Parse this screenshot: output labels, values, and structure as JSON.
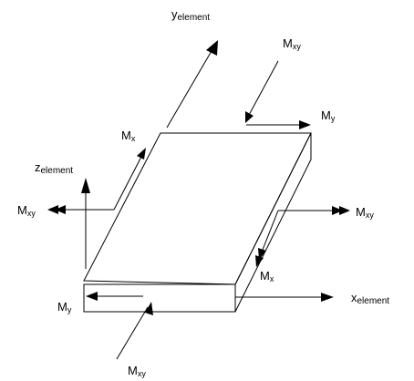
{
  "colors": {
    "line": "#000000",
    "background": "#ffffff"
  },
  "axes": {
    "y": {
      "main": "y",
      "sub": "element"
    },
    "z": {
      "main": "z",
      "sub": "element"
    },
    "x": {
      "main": "x",
      "sub": "element"
    }
  },
  "moments": {
    "mxy_top": {
      "main": "M",
      "sub": "xy"
    },
    "my_top": {
      "main": "M",
      "sub": "y"
    },
    "mx_left": {
      "main": "M",
      "sub": "x"
    },
    "mxy_left": {
      "main": "M",
      "sub": "xy"
    },
    "mxy_right": {
      "main": "M",
      "sub": "xy"
    },
    "mx_right": {
      "main": "M",
      "sub": "x"
    },
    "my_bottom": {
      "main": "M",
      "sub": "y"
    },
    "mxy_bottom": {
      "main": "M",
      "sub": "xy"
    }
  }
}
